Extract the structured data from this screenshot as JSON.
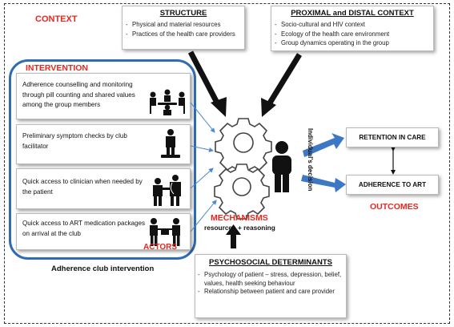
{
  "context_label": "CONTEXT",
  "structure": {
    "title": "STRUCTURE",
    "items": [
      "Physical and material resources",
      "Practices of the health care providers"
    ]
  },
  "proximal": {
    "title": "PROXIMAL and DISTAL CONTEXT",
    "items": [
      "Socio-cultural and HIV context",
      "Ecology of the health care environment",
      "Group dynamics operating in the group"
    ]
  },
  "intervention": {
    "label": "INTERVENTION",
    "boxes": [
      "Adherence counselling and monitoring through pill counting and shared values among the group members",
      "Preliminary symptom checks by club facilitator",
      "Quick access to clinician when needed by the patient",
      "Quick access to ART medication packages on arrival at the club"
    ],
    "actors_label": "ACTORS",
    "caption": "Adherence club intervention"
  },
  "mechanisms": {
    "label": "MECHANISMS",
    "sublabel": "resources + reasoning",
    "decision": "Individual's decision"
  },
  "outcomes": {
    "label": "OUTCOMES",
    "retention": "RETENTION IN CARE",
    "adherence": "ADHERENCE TO ART"
  },
  "psychosocial": {
    "title": "PSYCHOSOCIAL DETERMINANTS",
    "items": [
      "Psychology of patient – stress, depression, belief, values, health seeking behaviour",
      "Relationship between patient and care provider"
    ]
  },
  "colors": {
    "red": "#e8271f",
    "blue": "#2f6cb3",
    "arrow_blue": "#3d78c4"
  }
}
